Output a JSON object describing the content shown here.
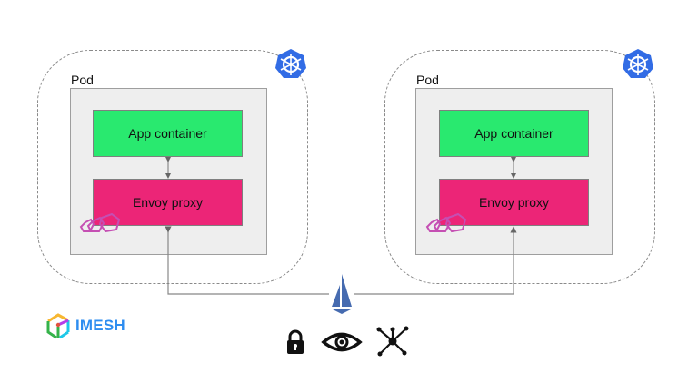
{
  "diagram": {
    "pods": [
      {
        "label": "Pod",
        "app_container": "App container",
        "envoy_proxy": "Envoy proxy",
        "k8s_icon": "kubernetes-icon",
        "envoy_icon": "envoy-icon"
      },
      {
        "label": "Pod",
        "app_container": "App container",
        "envoy_proxy": "Envoy proxy",
        "k8s_icon": "kubernetes-icon",
        "envoy_icon": "envoy-icon"
      }
    ],
    "control_plane_icon": "istio-icon",
    "feature_icons": [
      "lock-icon",
      "eye-icon",
      "network-topology-icon"
    ],
    "brand": {
      "name": "IMESH",
      "color": "#2e8df0"
    },
    "colors": {
      "app_container": "#29e96f",
      "envoy_proxy": "#ec2577",
      "kubernetes": "#326ce5",
      "istio": "#466bb0",
      "envoy": "#c54fb3"
    }
  }
}
